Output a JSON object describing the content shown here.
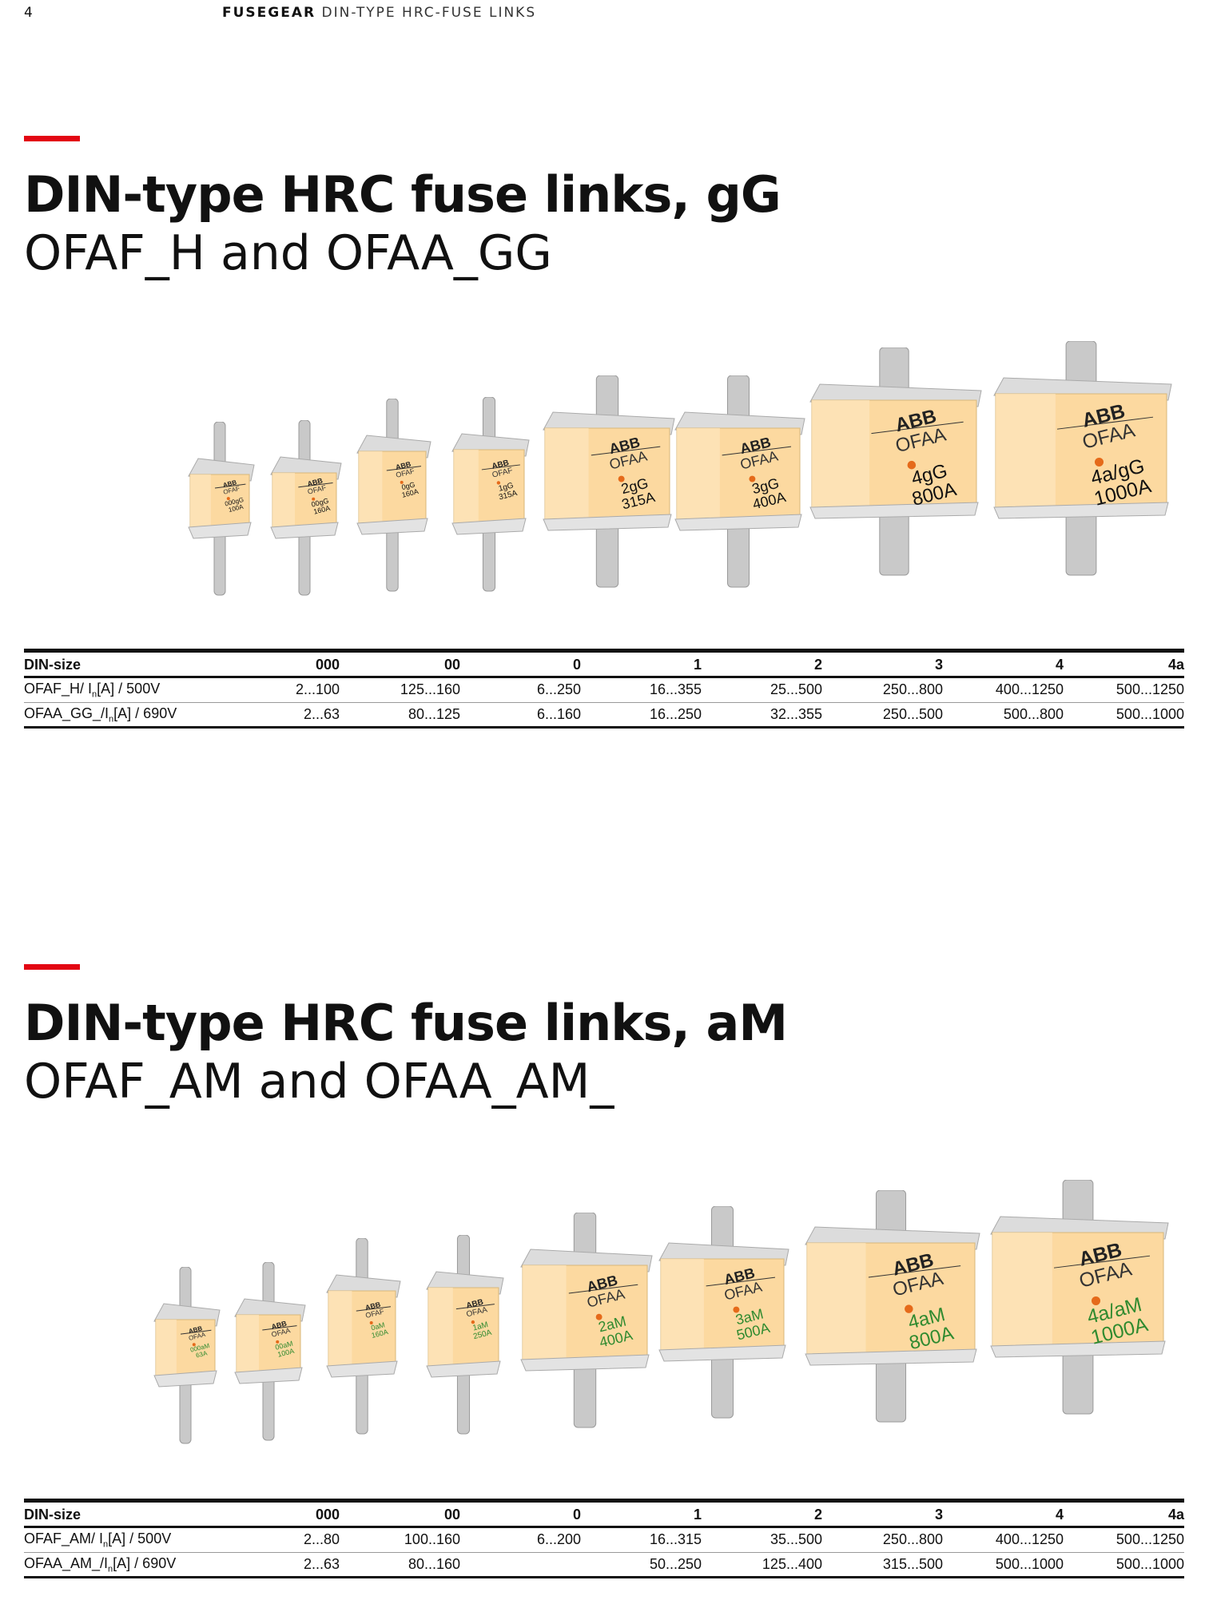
{
  "header": {
    "page_number": "4",
    "brand": "FUSEGEAR",
    "doc_title": "DIN-TYPE HRC-FUSE LINKS"
  },
  "sections": [
    {
      "title": "DIN-type HRC fuse links, gG",
      "subtitle": "OFAF_H and OFAA_GG",
      "fuses": [
        {
          "brand": "ABB",
          "type": "OFAF",
          "rating": "000gG",
          "current": "100A"
        },
        {
          "brand": "ABB",
          "type": "OFAF",
          "rating": "00gG",
          "current": "160A"
        },
        {
          "brand": "ABB",
          "type": "OFAF",
          "rating": "0gG",
          "current": "160A"
        },
        {
          "brand": "ABB",
          "type": "OFAF",
          "rating": "1gG",
          "current": "315A"
        },
        {
          "brand": "ABB",
          "type": "OFAA",
          "rating": "2gG",
          "current": "315A"
        },
        {
          "brand": "ABB",
          "type": "OFAA",
          "rating": "3gG",
          "current": "400A"
        },
        {
          "brand": "ABB",
          "type": "OFAA",
          "rating": "4gG",
          "current": "800A"
        },
        {
          "brand": "ABB",
          "type": "OFAA",
          "rating": "4a/gG",
          "current": "1000A"
        }
      ],
      "table": {
        "headers": [
          "DIN-size",
          "000",
          "00",
          "0",
          "1",
          "2",
          "3",
          "4",
          "4a"
        ],
        "rows": [
          {
            "label_pre": "OFAF_H/ I",
            "label_sub": "n",
            "label_post": "[A] / 500V",
            "cells": [
              "2...100",
              "125...160",
              "6...250",
              "16...355",
              "25...500",
              "250...800",
              "400...1250",
              "500...1250"
            ]
          },
          {
            "label_pre": "OFAA_GG_/I",
            "label_sub": "n",
            "label_post": "[A] / 690V",
            "cells": [
              "2...63",
              "80...125",
              "6...160",
              "16...250",
              "32...355",
              "250...500",
              "500...800",
              "500...1000"
            ]
          }
        ]
      }
    },
    {
      "title": "DIN-type HRC fuse links, aM",
      "subtitle": "OFAF_AM and OFAA_AM_",
      "fuses": [
        {
          "brand": "ABB",
          "type": "OFAA",
          "rating": "000aM",
          "current": "63A"
        },
        {
          "brand": "ABB",
          "type": "OFAA",
          "rating": "00aM",
          "current": "100A"
        },
        {
          "brand": "ABB",
          "type": "OFAF",
          "rating": "0aM",
          "current": "160A"
        },
        {
          "brand": "ABB",
          "type": "OFAA",
          "rating": "1aM",
          "current": "250A"
        },
        {
          "brand": "ABB",
          "type": "OFAA",
          "rating": "2aM",
          "current": "400A"
        },
        {
          "brand": "ABB",
          "type": "OFAA",
          "rating": "3aM",
          "current": "500A"
        },
        {
          "brand": "ABB",
          "type": "OFAA",
          "rating": "4aM",
          "current": "800A"
        },
        {
          "brand": "ABB",
          "type": "OFAA",
          "rating": "4a/aM",
          "current": "1000A"
        }
      ],
      "table": {
        "headers": [
          "DIN-size",
          "000",
          "00",
          "0",
          "1",
          "2",
          "3",
          "4",
          "4a"
        ],
        "rows": [
          {
            "label_pre": "OFAF_AM/ I",
            "label_sub": "n",
            "label_post": "[A] / 500V",
            "cells": [
              "2...80",
              "100..160",
              "6...200",
              "16...315",
              "35...500",
              "250...800",
              "400...1250",
              "500...1250"
            ]
          },
          {
            "label_pre": "OFAA_AM_/I",
            "label_sub": "n",
            "label_post": "[A] / 690V",
            "cells": [
              "2...63",
              "80...160",
              "",
              "50...250",
              "125...400",
              "315...500",
              "500...1000",
              "500...1000"
            ]
          }
        ]
      }
    }
  ],
  "colors": {
    "accent_red": "#e30613",
    "fuse_body": "#fcd9a0",
    "fuse_metal": "#c9c9c9",
    "label_green_gG": "#111111",
    "label_green_aM": "#2f8a2f"
  }
}
